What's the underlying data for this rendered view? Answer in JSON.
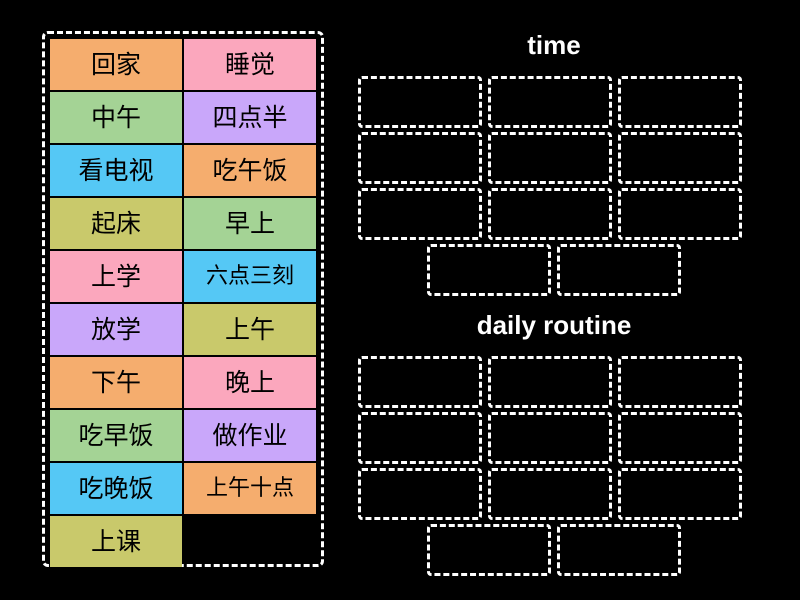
{
  "page": {
    "background_color": "#000000",
    "activity_type": "drag-and-drop-group-sort"
  },
  "word_bank": {
    "name": "word-bank",
    "border_style": "dashed",
    "border_color": "#ffffff",
    "tiles": [
      {
        "text": "回家",
        "color": "#f5ad6e",
        "color_name": "orange"
      },
      {
        "text": "睡觉",
        "color": "#fba7bd",
        "color_name": "pink"
      },
      {
        "text": "中午",
        "color": "#a4d395",
        "color_name": "green"
      },
      {
        "text": "四点半",
        "color": "#c9a7fa",
        "color_name": "purple"
      },
      {
        "text": "看电视",
        "color": "#55c8f5",
        "color_name": "blue"
      },
      {
        "text": "吃午饭",
        "color": "#f5ad6e",
        "color_name": "orange"
      },
      {
        "text": "起床",
        "color": "#c9c96b",
        "color_name": "olive"
      },
      {
        "text": "早上",
        "color": "#a4d395",
        "color_name": "green"
      },
      {
        "text": "上学",
        "color": "#fba7bd",
        "color_name": "pink"
      },
      {
        "text": "六点三刻",
        "color": "#55c8f5",
        "color_name": "blue"
      },
      {
        "text": "放学",
        "color": "#c9a7fa",
        "color_name": "purple"
      },
      {
        "text": "上午",
        "color": "#c9c96b",
        "color_name": "olive"
      },
      {
        "text": "下午",
        "color": "#f5ad6e",
        "color_name": "orange"
      },
      {
        "text": "晚上",
        "color": "#fba7bd",
        "color_name": "pink"
      },
      {
        "text": "吃早饭",
        "color": "#a4d395",
        "color_name": "green"
      },
      {
        "text": "做作业",
        "color": "#c9a7fa",
        "color_name": "purple"
      },
      {
        "text": "吃晚饭",
        "color": "#55c8f5",
        "color_name": "blue"
      },
      {
        "text": "上午十点",
        "color": "#f5ad6e",
        "color_name": "orange"
      },
      {
        "text": "上课",
        "color": "#c9c96b",
        "color_name": "olive"
      }
    ]
  },
  "groups": [
    {
      "name": "time",
      "title": "time",
      "title_color": "#ffffff",
      "dropzone_rows": 3,
      "dropzone_columns": 3,
      "dropzone_bottom_count": 2,
      "dropzone_total": 11,
      "dropzones_filled": 0
    },
    {
      "name": "daily-routine",
      "title": "daily routine",
      "title_color": "#ffffff",
      "dropzone_rows": 3,
      "dropzone_columns": 3,
      "dropzone_bottom_count": 2,
      "dropzone_total": 11,
      "dropzones_filled": 0
    }
  ]
}
